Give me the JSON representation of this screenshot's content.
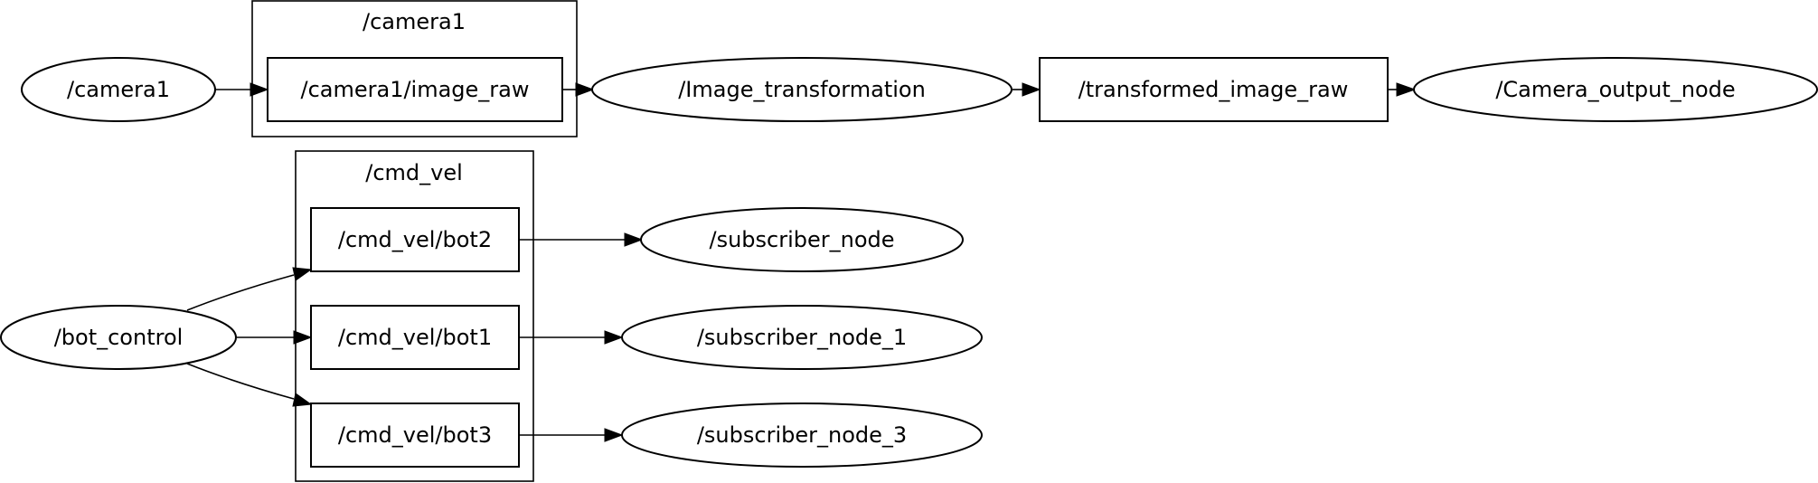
{
  "clusters": {
    "camera1": "/camera1",
    "cmd_vel": "/cmd_vel"
  },
  "nodes": {
    "camera1": "/camera1",
    "image_transformation": "/Image_transformation",
    "camera_output_node": "/Camera_output_node",
    "bot_control": "/bot_control",
    "subscriber_node": "/subscriber_node",
    "subscriber_node_1": "/subscriber_node_1",
    "subscriber_node_3": "/subscriber_node_3"
  },
  "topics": {
    "camera1_image_raw": "/camera1/image_raw",
    "transformed_image_raw": "/transformed_image_raw",
    "cmd_vel_bot2": "/cmd_vel/bot2",
    "cmd_vel_bot1": "/cmd_vel/bot1",
    "cmd_vel_bot3": "/cmd_vel/bot3"
  }
}
